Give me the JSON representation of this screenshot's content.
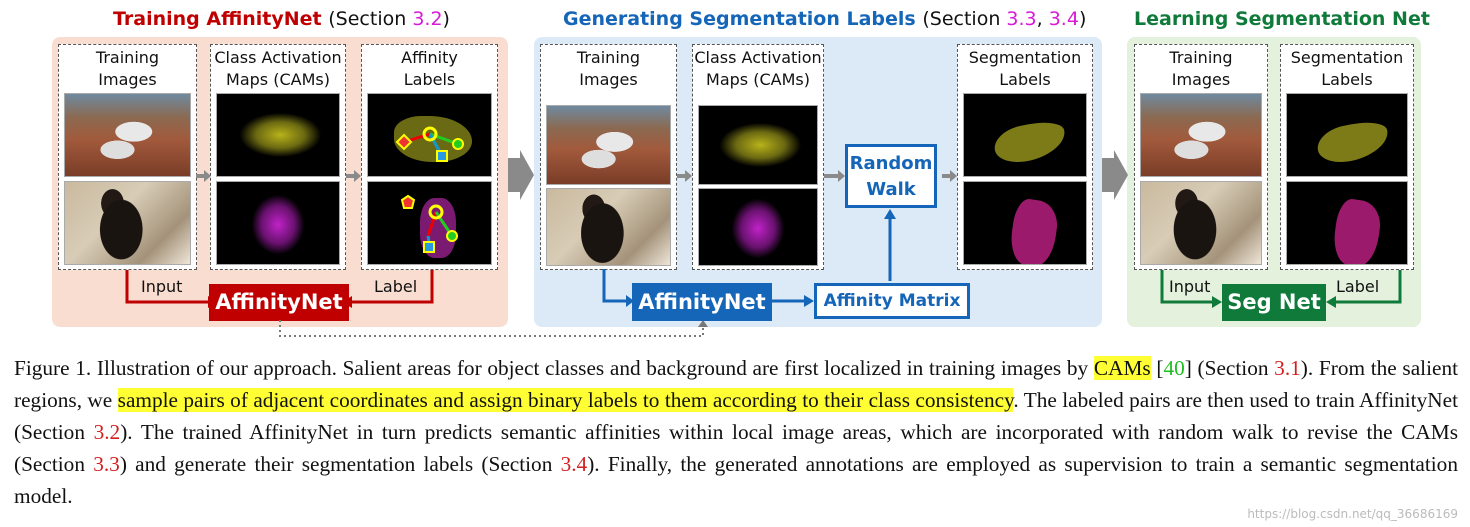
{
  "titles": {
    "p1_main": "Training AffinityNet",
    "p1_sec": "(Section ",
    "p1_ref": "3.2",
    "p1_end": ")",
    "p2_main": "Generating Segmentation Labels",
    "p2_sec": "(Section ",
    "p2_ref1": "3.3",
    "p2_sep": ", ",
    "p2_ref2": "3.4",
    "p2_end": ")",
    "p3_main": "Learning Segmentation Net"
  },
  "columns": {
    "training_images": "Training\nImages",
    "cams": "Class Activation\nMaps (CAMs)",
    "affinity_labels": "Affinity\nLabels",
    "segmentation_labels": "Segmentation\nLabels"
  },
  "boxes": {
    "affinitynet": "AffinityNet",
    "random_walk": "Random\nWalk",
    "affinity_matrix": "Affinity Matrix",
    "seg_net": "Seg Net"
  },
  "arrow_labels": {
    "input": "Input",
    "label": "Label"
  },
  "caption": {
    "p1": "Figure 1. Illustration of our approach. Salient areas for object classes and background are first localized in training images by ",
    "h1": "CAMs",
    "p2": " [",
    "r40": "40",
    "p3": "] (Section ",
    "r31": "3.1",
    "p4": "). From the salient regions, we ",
    "h2": "sample pairs of adjacent coordinates and assign binary labels to them according to their class consistency",
    "p5": ". The labeled pairs are then used to train AffinityNet (Section ",
    "r32": "3.2",
    "p6": "). The trained AffinityNet in turn predicts semantic affinities within local image areas, which are incorporated with random walk to revise the CAMs (Section ",
    "r33": "3.3",
    "p7": ") and generate their segmentation labels (Section ",
    "r34": "3.4",
    "p8": "). Finally, the generated annotations are employed as supervision to train a semantic segmentation model."
  },
  "watermark": "https://blog.csdn.net/qq_36686169",
  "colors": {
    "red": "#c00000",
    "blue": "#1565b8",
    "green": "#0f7a3a",
    "highlight": "#ffff33"
  }
}
